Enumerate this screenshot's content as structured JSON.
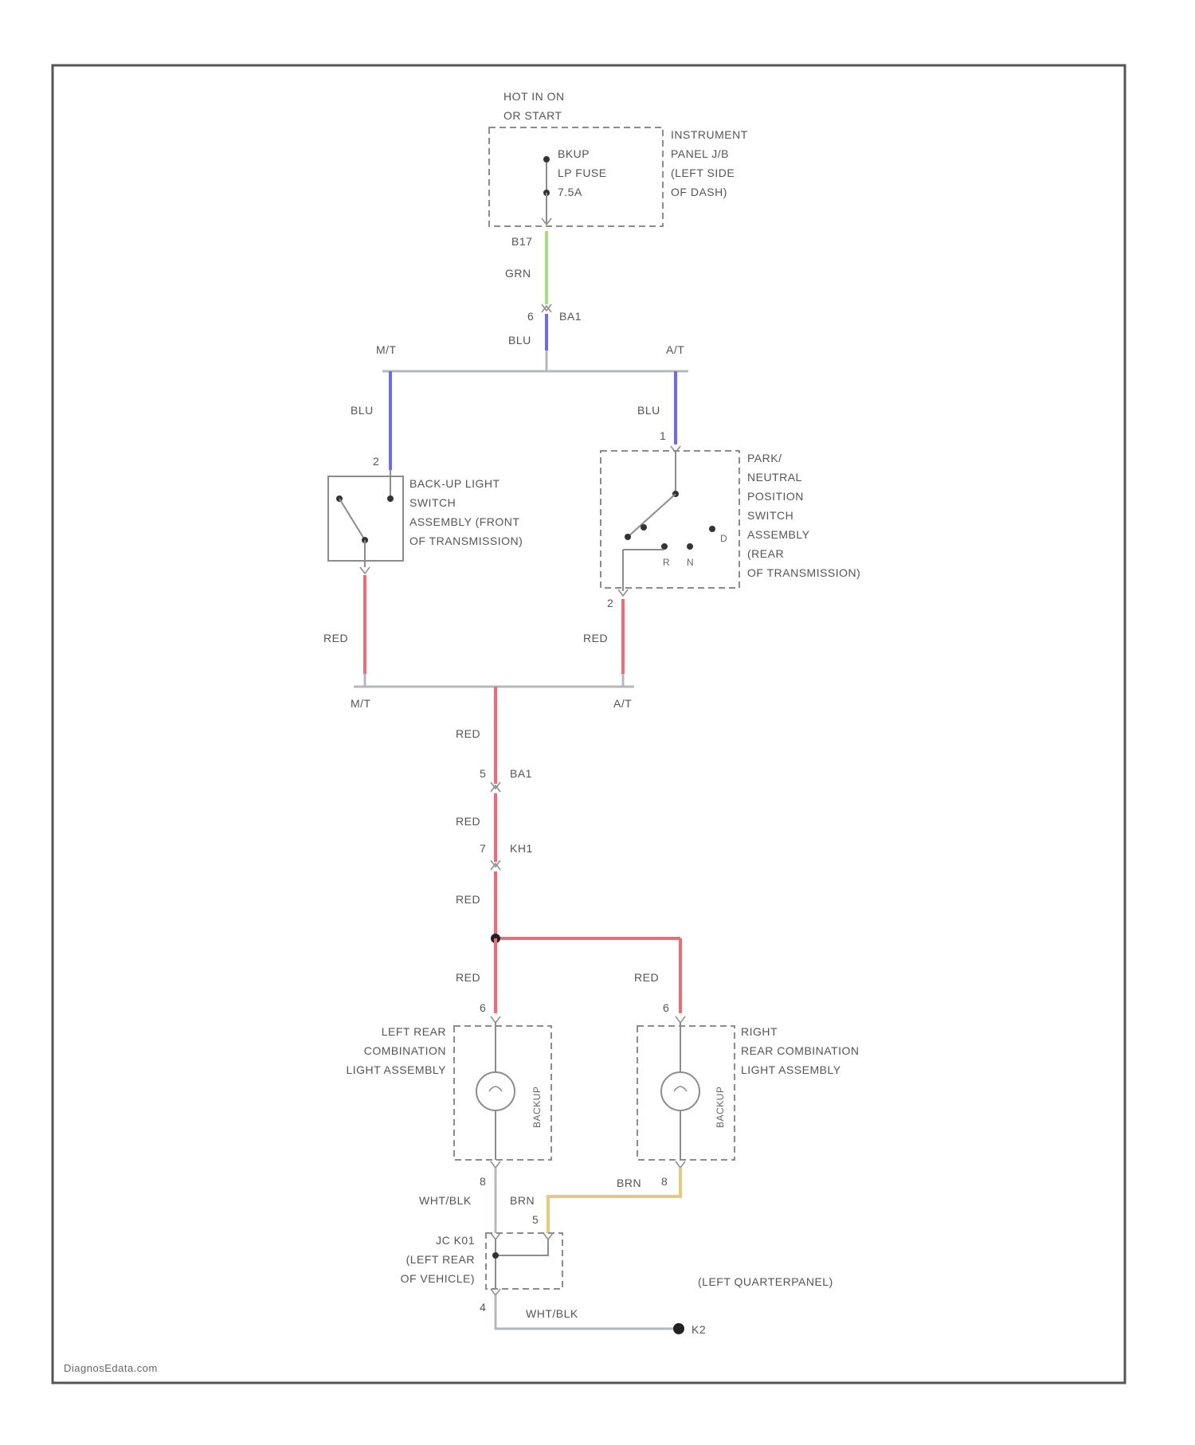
{
  "colors": {
    "green": "#9fe07f",
    "blue": "#6a6af2",
    "red": "#f26a78",
    "tan": "#e6c97a",
    "gray": "#b4b8be",
    "dash": "#8c8c8c",
    "frame": "#555555"
  },
  "labels": {
    "hot": [
      "HOT IN ON",
      "OR START"
    ],
    "fuse": [
      "BKUP",
      "LP FUSE",
      "7.5A"
    ],
    "ipjb": [
      "INSTRUMENT",
      "PANEL J/B",
      "(LEFT SIDE",
      "OF DASH)"
    ],
    "conn_b17": "B17",
    "wire_grn": "GRN",
    "pin_6a": "6",
    "conn_ba1_top": "BA1",
    "wire_blu_top": "BLU",
    "mt_top": "M/T",
    "at_top": "A/T",
    "wire_blu_left": "BLU",
    "wire_blu_right": "BLU",
    "pin_2_left": "2",
    "pin_1_right": "1",
    "backup_switch": [
      "BACK-UP LIGHT",
      "SWITCH",
      "ASSEMBLY (FRONT",
      "OF TRANSMISSION)"
    ],
    "park_switch": [
      "PARK/",
      "NEUTRAL",
      "POSITION",
      "SWITCH",
      "ASSEMBLY",
      "(REAR",
      "OF TRANSMISSION)"
    ],
    "sw_d": "D",
    "sw_r": "R",
    "sw_n": "N",
    "pin_2_park": "2",
    "wire_red_left": "RED",
    "wire_red_right": "RED",
    "mt_bottom": "M/T",
    "at_bottom": "A/T",
    "wire_red_1": "RED",
    "pin_5": "5",
    "conn_ba1_bottom": "BA1",
    "wire_red_2": "RED",
    "pin_7": "7",
    "conn_kh1": "KH1",
    "wire_red_3": "RED",
    "wire_red_4": "RED",
    "wire_red_5": "RED",
    "pin_6_left_lamp": "6",
    "pin_6_right_lamp": "6",
    "left_lamp": [
      "LEFT REAR",
      "COMBINATION",
      "LIGHT ASSEMBLY"
    ],
    "right_lamp": [
      "RIGHT",
      "REAR COMBINATION",
      "LIGHT ASSEMBLY"
    ],
    "lamp_text_left": "BACKUP",
    "lamp_text_right": "BACKUP",
    "pin_8_left": "8",
    "pin_8_right": "8",
    "wire_whtblk_top": "WHT/BLK",
    "wire_brn_left": "BRN",
    "wire_brn_right": "BRN",
    "pin_5_jc": "5",
    "jc": [
      "JC K01",
      "(LEFT REAR",
      "OF VEHICLE)"
    ],
    "pin_4": "4",
    "wire_whtblk_bottom": "WHT/BLK",
    "ground": "K2",
    "quarter": "(LEFT QUARTERPANEL)",
    "credit": "DiagnosEdata.com"
  }
}
